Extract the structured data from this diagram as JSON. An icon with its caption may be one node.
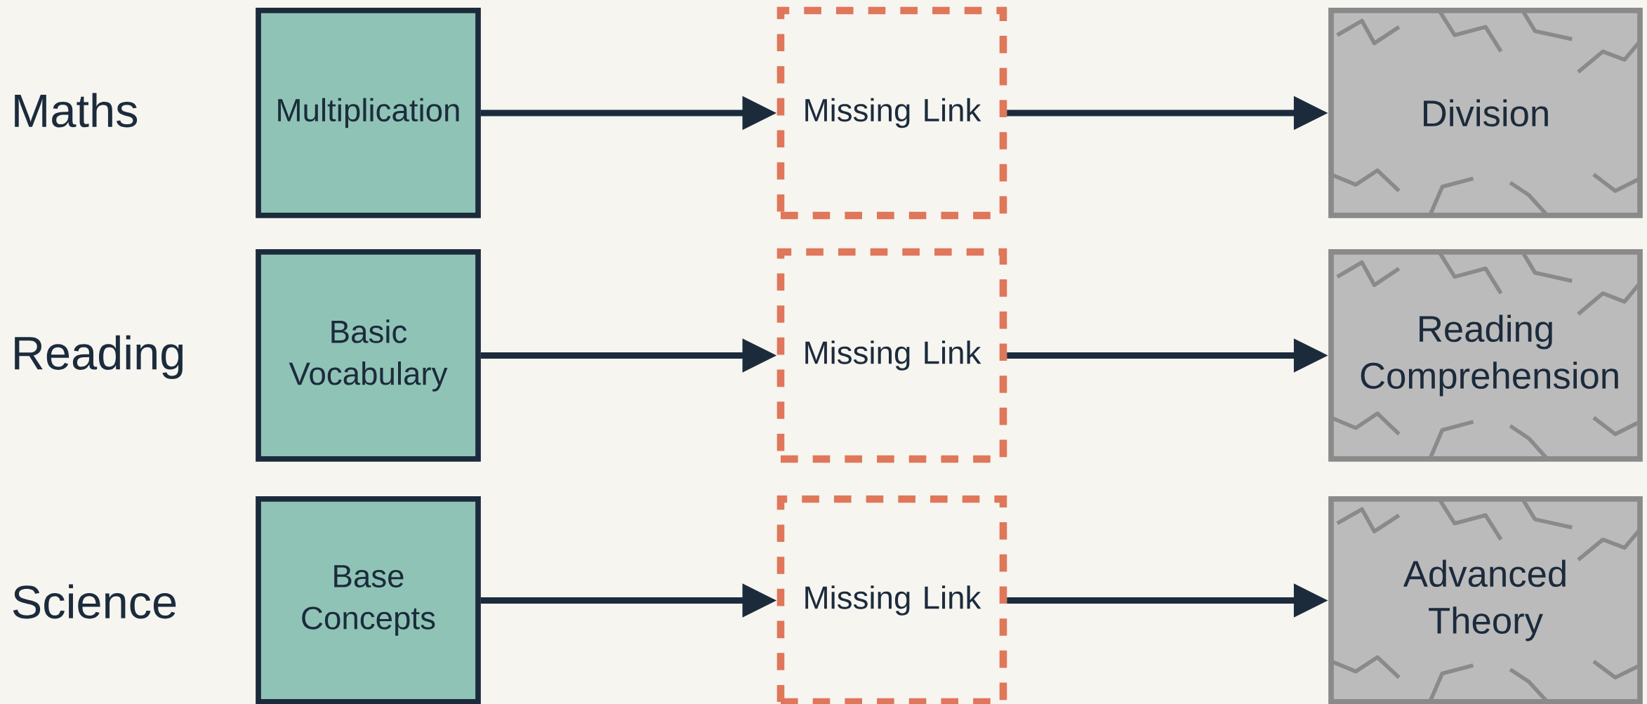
{
  "diagram": {
    "nodes": [
      {
        "text": [
          "Multiplication"
        ]
      },
      {
        "text": [
          "Missing Link"
        ]
      },
      {
        "text": [
          "Division"
        ]
      },
      {
        "text": [
          "Basic Vocabulary"
        ]
      },
      {
        "text": [
          "Missing Link"
        ]
      },
      {
        "text": [
          "Reading Comprehension"
        ]
      },
      {
        "text": [
          "Base Concepts"
        ]
      },
      {
        "text": [
          "Missing Link"
        ]
      },
      {
        "text": [
          "Advanced Theory"
        ]
      }
    ],
    "edges": [
      {
        "from": 0,
        "to": 1,
        "arrow": "to"
      },
      {
        "from": 1,
        "to": 2,
        "arrow": "to"
      },
      {
        "from": 3,
        "to": 4,
        "arrow": "to"
      },
      {
        "from": 4,
        "to": 5,
        "arrow": "to"
      },
      {
        "from": 6,
        "to": 7,
        "arrow": "to"
      },
      {
        "from": 7,
        "to": 8,
        "arrow": "to"
      }
    ],
    "labels": [
      "Maths",
      "Reading",
      "Science"
    ]
  }
}
